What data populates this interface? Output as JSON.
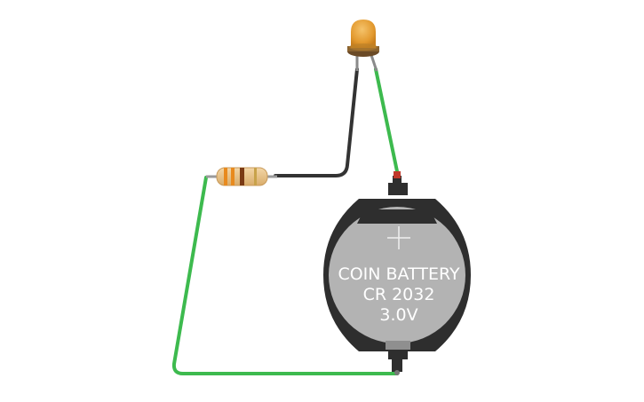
{
  "battery": {
    "line1": "COIN BATTERY",
    "line2": "CR 2032",
    "line3": "3.0V"
  },
  "colors": {
    "wire_green": "#3dba4e",
    "wire_black": "#333333",
    "led_body": "#e8a33a",
    "resistor_body": "#e9c48a",
    "battery_holder": "#2e2e2e",
    "battery_cell": "#b3b3b3"
  },
  "icons": {
    "led": "led-icon",
    "resistor": "resistor-icon",
    "battery": "coin-battery-icon",
    "plus": "plus-icon"
  }
}
